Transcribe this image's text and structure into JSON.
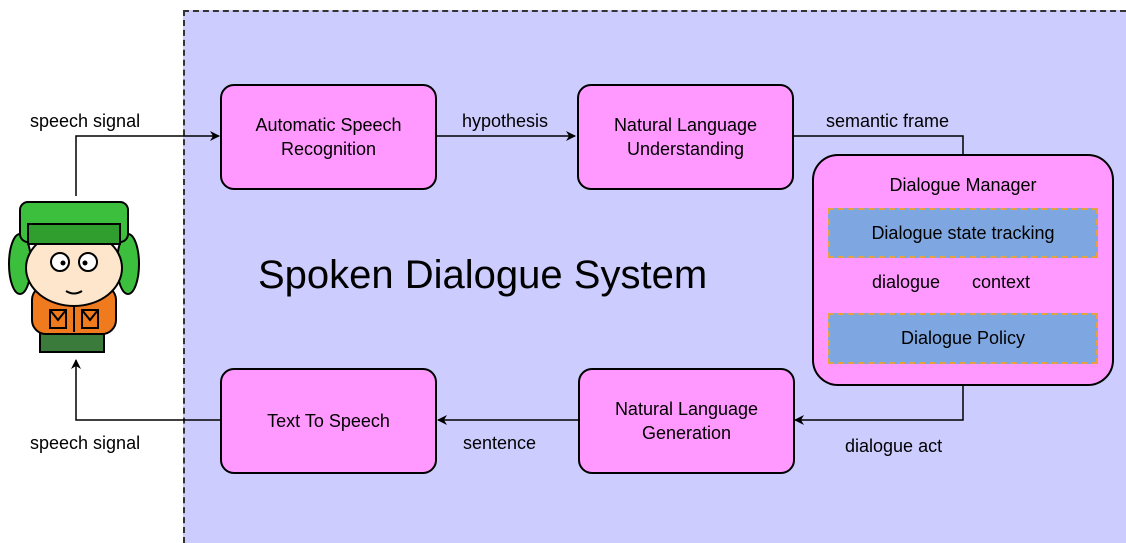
{
  "diagram": {
    "system_title": "Spoken Dialogue System",
    "nodes": {
      "asr": "Automatic Speech\nRecognition",
      "nlu": "Natural Language\nUnderstanding",
      "dm": "Dialogue Manager",
      "dst": "Dialogue state tracking",
      "policy": "Dialogue Policy",
      "nlg": "Natural Language\nGeneration",
      "tts": "Text To Speech"
    },
    "edges": {
      "speech_in": "speech signal",
      "hypothesis": "hypothesis",
      "semantic_frame": "semantic frame",
      "dialogue_context_1": "dialogue",
      "dialogue_context_2": "context",
      "dialogue_act": "dialogue act",
      "sentence": "sentence",
      "speech_out": "speech signal"
    },
    "colors": {
      "system_bg": "#ccccff",
      "module": "#ff99ff",
      "submodule": "#7ea6e0",
      "submodule_border": "#e6a23c",
      "user_hat": "#3cbf3c",
      "user_jacket": "#f07a1e"
    }
  }
}
